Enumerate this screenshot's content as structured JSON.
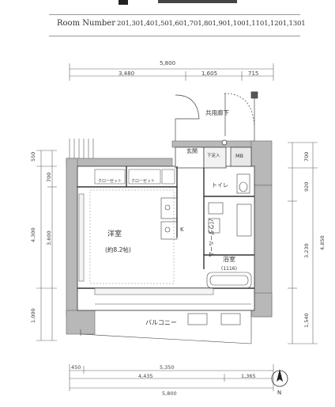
{
  "header": {
    "room_number_label": "Room Number",
    "room_numbers": "201,301,401,501,601,701,801,901,1001,1101,1201,1301"
  },
  "dimensions": {
    "top_total": "5,800",
    "top_seg_1": "3,480",
    "top_seg_2": "1,605",
    "top_seg_3": "715",
    "bottom_seg_1": "450",
    "bottom_seg_2": "5,350",
    "bottom_seg_3": "4,435",
    "bottom_seg_4": "1,365",
    "bottom_total": "5,800",
    "left_1": "550",
    "left_2": "700",
    "left_3": "4,300",
    "left_4": "3,600",
    "left_5": "1,000",
    "right_1": "700",
    "right_2": "920",
    "right_3": "3,230",
    "right_4": "4,850",
    "right_5": "1,540"
  },
  "rooms": {
    "shared_corridor": "共用廊下",
    "entrance": "玄関",
    "shoe_box": "下足入",
    "mb": "MB",
    "toilet": "トイレ",
    "powder_room": "パウダールーム",
    "western_room": "洋室",
    "western_room_size": "(約8.2帖)",
    "kitchen": "K",
    "bathroom": "浴室",
    "bathroom_size": "(1116)",
    "balcony": "バルコニー",
    "closet_1": "クローゼット",
    "closet_2": "クローゼット"
  },
  "compass": {
    "north": "N"
  }
}
